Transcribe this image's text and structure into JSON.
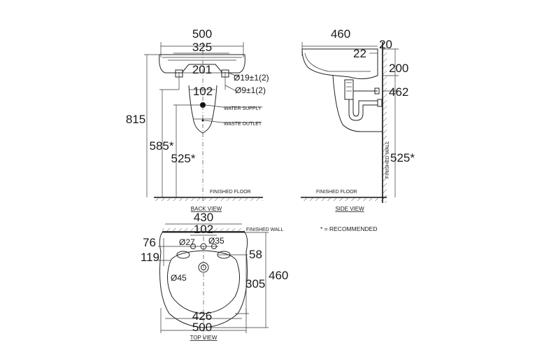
{
  "back_view": {
    "title": "BACK VIEW",
    "dims": {
      "width_500": "500",
      "width_325": "325",
      "width_201": "201",
      "width_102": "102",
      "height_815": "815",
      "height_585": "585*",
      "height_525": "525*"
    },
    "hole_large": "Ø19±1(2)",
    "hole_small": "Ø9±1(2)",
    "label_water_supply": "WATER SUPPLY",
    "label_waste_outlet": "WASTE OUTLET",
    "label_floor": "FINISHED FLOOR"
  },
  "side_view": {
    "title": "SIDE VIEW",
    "dims": {
      "depth_460": "460",
      "dim_20": "20",
      "dim_22": "22",
      "dim_200": "200",
      "dim_462": "462",
      "dim_525": "525*"
    },
    "label_wall": "FINISHED WALL",
    "label_floor": "FINISHED FLOOR"
  },
  "top_view": {
    "title": "TOP VIEW",
    "dims": {
      "width_430": "430",
      "width_102": "102",
      "dim_76": "76",
      "dim_119": "119",
      "dim_58": "58",
      "dim_305": "305",
      "dim_460": "460",
      "width_426": "426",
      "width_500": "500"
    },
    "hole_27": "Ø27",
    "hole_35": "Ø35",
    "hole_45": "Ø45",
    "label_wall": "FINISHED WALL"
  },
  "note": "* = RECOMMENDED"
}
